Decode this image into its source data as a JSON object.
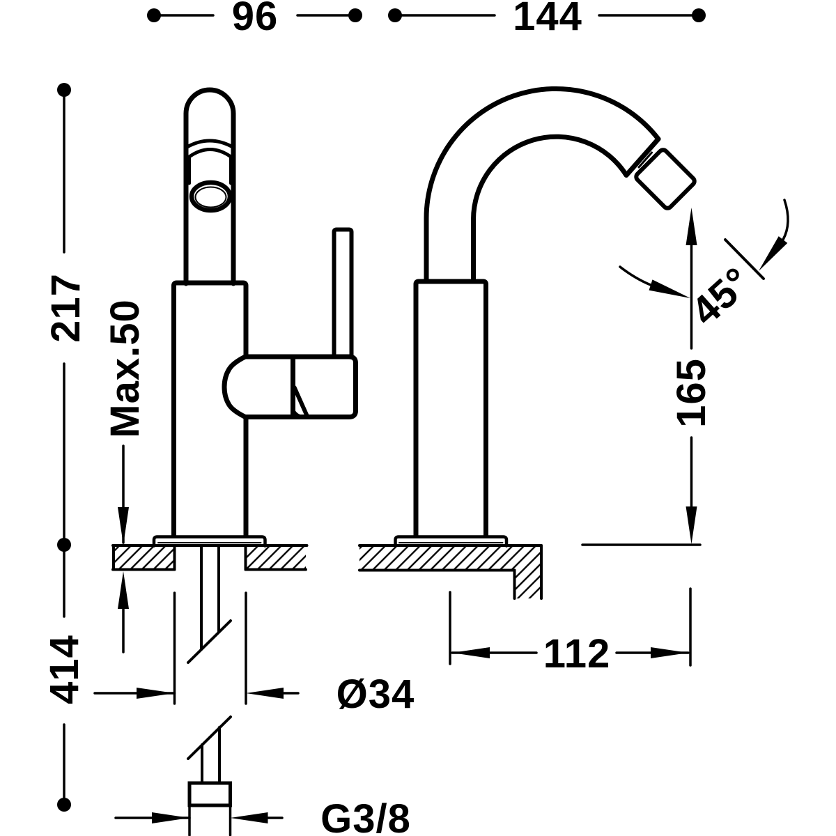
{
  "page": {
    "background": "#ffffff",
    "ink": "#000000",
    "type": "technical-dimension-drawing",
    "subject": "single-lever bidet/basin mixer tap - front view and side view with installation dimensions"
  },
  "labels": {
    "overall_width": "96",
    "overall_depth": "144",
    "total_height": "217",
    "max_deck_thickness": "Max.50",
    "length_below_deck": "414",
    "deck_hole_diameter": "Ø34",
    "supply_thread": "G3/8",
    "spout_reach": "112",
    "outlet_height": "165",
    "outlet_angle": "45°"
  }
}
